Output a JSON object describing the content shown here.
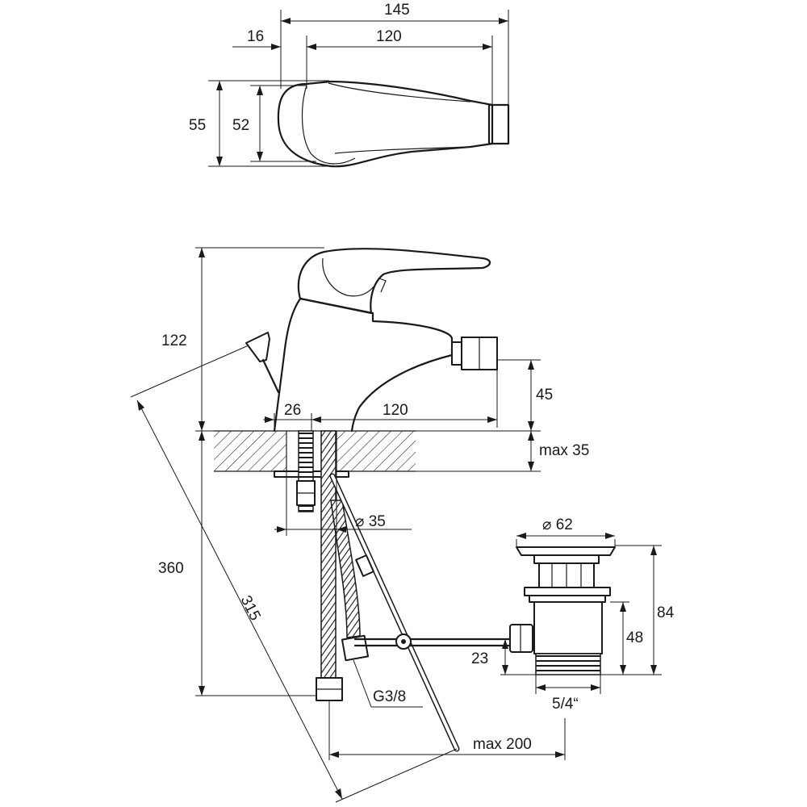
{
  "dimensions": {
    "top_width_145": "145",
    "top_width_120": "120",
    "top_offset_16": "16",
    "top_height_55": "55",
    "top_height_52": "52",
    "height_122": "122",
    "mount_26": "26",
    "spout_120": "120",
    "outlet_45": "45",
    "thickness_max35": "max 35",
    "hole_d35": "⌀ 35",
    "hose_360": "360",
    "rod_315": "315",
    "waste_d62": "⌀ 62",
    "waste_84": "84",
    "waste_48": "48",
    "waste_23": "23",
    "thread_g38": "G3/8",
    "thread_54": "5/4“",
    "reach_max200": "max 200"
  },
  "colors": {
    "ink": "#1a1a1a",
    "background": "#ffffff"
  }
}
